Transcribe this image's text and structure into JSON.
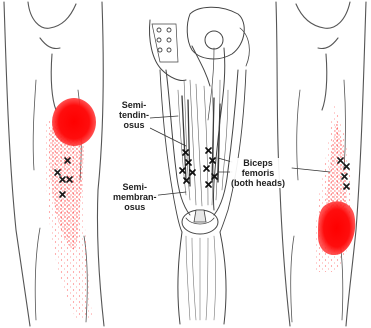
{
  "labels": {
    "semitendinosus": [
      "Semi-",
      "tendin-",
      "osus"
    ],
    "semimembranosus": [
      "Semi-",
      "membran-",
      "osus"
    ],
    "biceps_femoris": [
      "Biceps",
      "femoris",
      "(both heads)"
    ]
  },
  "colors": {
    "pain_referral": "#ff1a1a",
    "outline": "#555555",
    "trigger_point_mark": "#1a1a1a",
    "label_text": "#222222"
  },
  "legend": {
    "trigger_point_symbol": "x"
  }
}
